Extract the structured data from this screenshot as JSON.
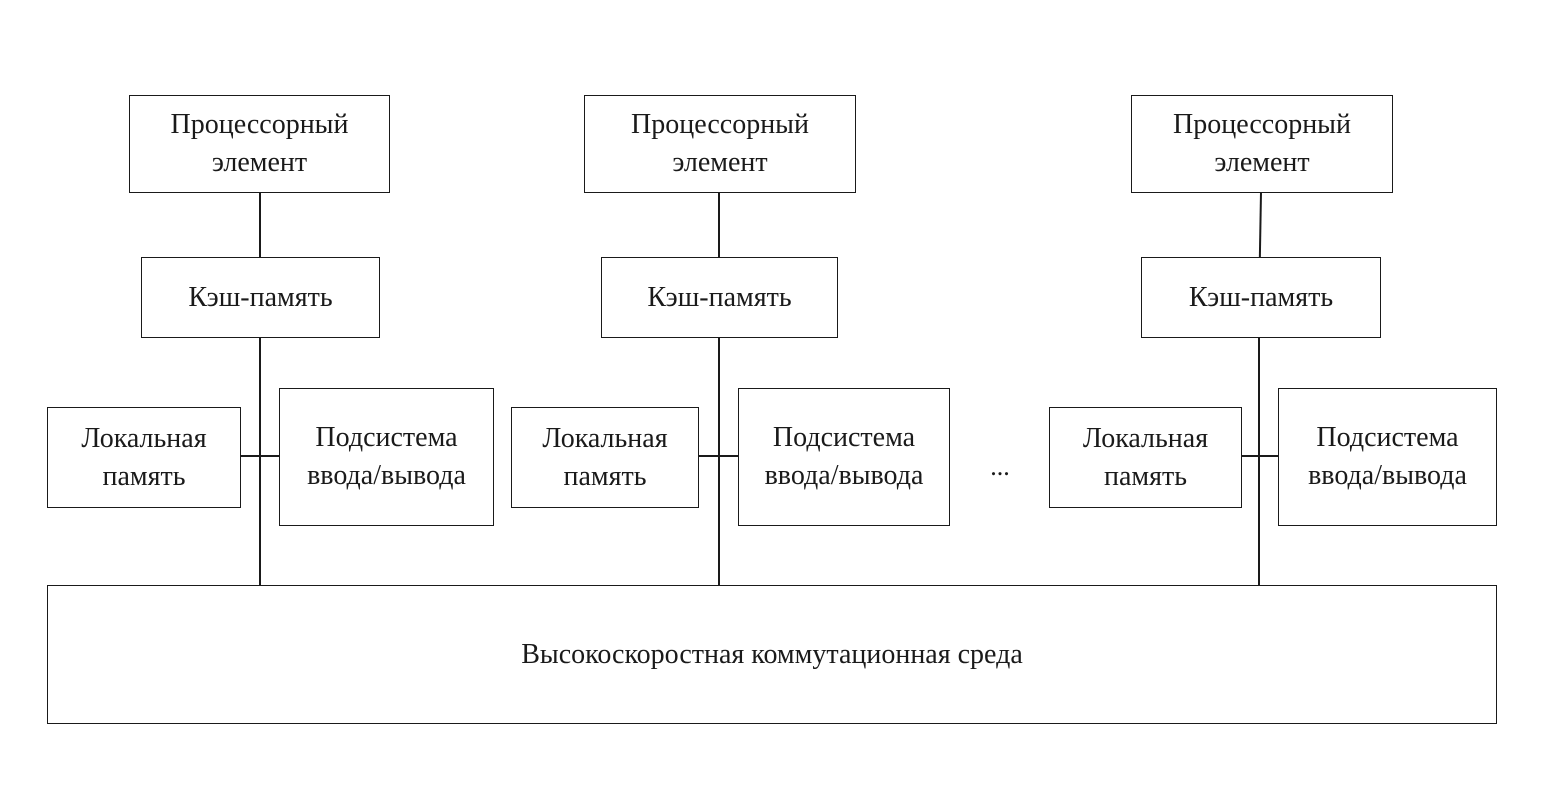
{
  "nodes": [
    {
      "processor": "Процессорный\nэлемент",
      "cache": "Кэш-память",
      "local_memory": "Локальная\nпамять",
      "io_subsystem": "Подсистема\nввода/вывода"
    },
    {
      "processor": "Процессорный\nэлемент",
      "cache": "Кэш-память",
      "local_memory": "Локальная\nпамять",
      "io_subsystem": "Подсистема\nввода/вывода"
    },
    {
      "processor": "Процессорный\nэлемент",
      "cache": "Кэш-память",
      "local_memory": "Локальная\nпамять",
      "io_subsystem": "Подсистема\nввода/вывода"
    }
  ],
  "ellipsis": "...",
  "switch_fabric": "Высокоскоростная коммутационная среда"
}
